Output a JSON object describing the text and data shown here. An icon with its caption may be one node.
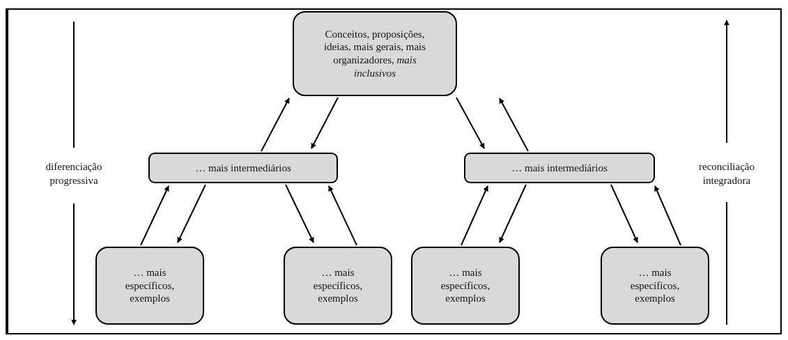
{
  "diagram": {
    "nodes": [
      {
        "text": [
          "Conceitos, proposições, ideias, mais gerais, mais organizadores, *mais inclusivos*"
        ]
      },
      {
        "text": [
          "… mais intermediários"
        ]
      },
      {
        "text": [
          "… mais intermediários"
        ]
      },
      {
        "text": [
          "… mais específicos, exemplos"
        ]
      },
      {
        "text": [
          "… mais específicos, exemplos"
        ]
      },
      {
        "text": [
          "… mais específicos, exemplos"
        ]
      },
      {
        "text": [
          "… mais específicos, exemplos"
        ]
      }
    ],
    "edges": [
      {
        "from": 1,
        "to": 0,
        "arrow": "to"
      },
      {
        "from": 0,
        "to": 1,
        "arrow": "to"
      },
      {
        "from": 0,
        "to": 2,
        "arrow": "to"
      },
      {
        "from": 2,
        "to": 0,
        "arrow": "to"
      },
      {
        "from": 3,
        "to": 1,
        "arrow": "to"
      },
      {
        "from": 1,
        "to": 3,
        "arrow": "to"
      },
      {
        "from": 1,
        "to": 4,
        "arrow": "to"
      },
      {
        "from": 4,
        "to": 1,
        "arrow": "to"
      },
      {
        "from": 5,
        "to": 2,
        "arrow": "to"
      },
      {
        "from": 2,
        "to": 5,
        "arrow": "to"
      },
      {
        "from": 2,
        "to": 6,
        "arrow": "to"
      },
      {
        "from": 6,
        "to": 2,
        "arrow": "to"
      }
    ],
    "labels": [
      "diferenciação progressiva",
      "reconciliação integradora"
    ]
  }
}
